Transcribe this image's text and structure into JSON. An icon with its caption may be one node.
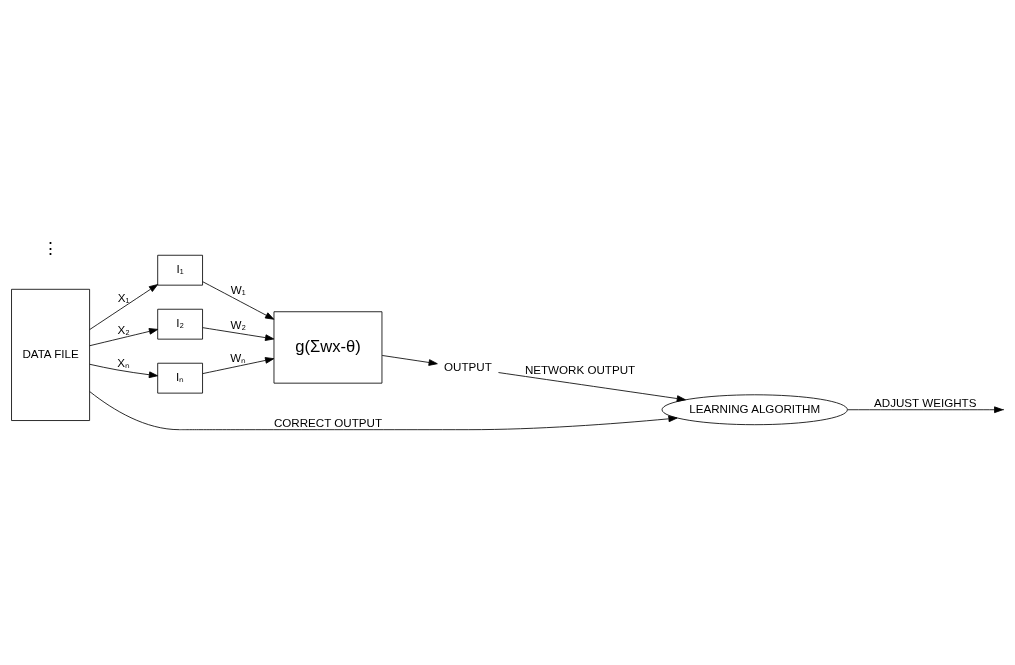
{
  "diagram": {
    "nodes": [
      {
        "text": [
          "DATA FILE"
        ]
      },
      {
        "text": [
          "I₁"
        ]
      },
      {
        "text": [
          "I₂"
        ]
      },
      {
        "text": [
          "Iₙ"
        ]
      },
      {
        "text": [
          "g(Σwx-θ)"
        ]
      },
      {
        "text": [
          "OUTPUT"
        ]
      },
      {
        "text": [
          "LEARNING ALGORITHM"
        ]
      }
    ],
    "edges": [
      {
        "from": 0,
        "to": 1,
        "arrow": "to",
        "label": "X₁"
      },
      {
        "from": 0,
        "to": 2,
        "arrow": "to",
        "label": "X₂"
      },
      {
        "from": 0,
        "to": 3,
        "arrow": "to",
        "label": "Xₙ"
      },
      {
        "from": 1,
        "to": 4,
        "arrow": "to",
        "label": "W₁"
      },
      {
        "from": 2,
        "to": 4,
        "arrow": "to",
        "label": "W₂"
      },
      {
        "from": 3,
        "to": 4,
        "arrow": "to",
        "label": "Wₙ"
      },
      {
        "from": 4,
        "to": 5,
        "arrow": "to"
      },
      {
        "from": 0,
        "to": 6,
        "arrow": "to",
        "label": "CORRECT OUTPUT"
      },
      {
        "from": 5,
        "to": 6,
        "arrow": "to",
        "label": "NETWORK OUTPUT"
      },
      {
        "from": 6,
        "to": null,
        "arrow": "to",
        "label": "ADJUST WEIGHTS"
      }
    ],
    "labels": [
      "⋮"
    ]
  }
}
